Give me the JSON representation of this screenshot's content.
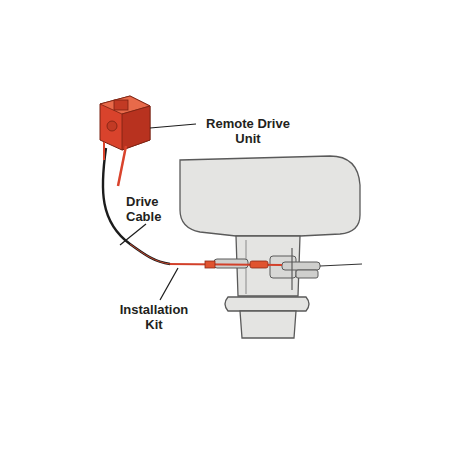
{
  "diagram": {
    "labels": [
      "Remote Drive Unit",
      "Drive Cable",
      "Installation Kit"
    ]
  }
}
